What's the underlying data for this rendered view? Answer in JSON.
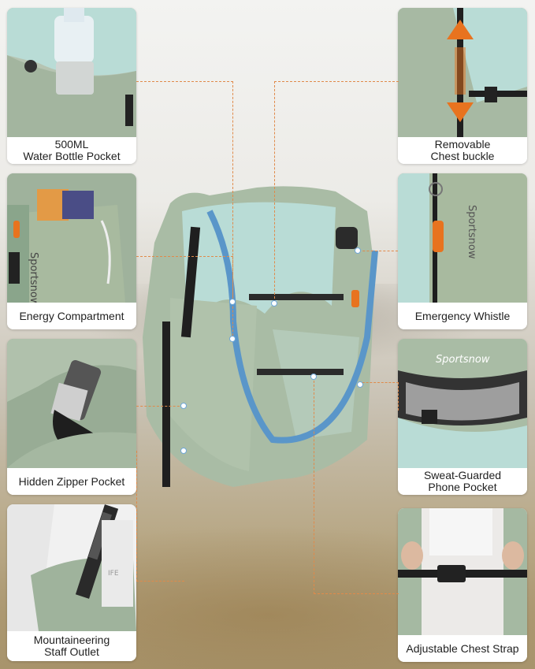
{
  "features": {
    "left": [
      {
        "id": "water-bottle-pocket",
        "caption": "500ML\nWater Bottle Pocket"
      },
      {
        "id": "energy-compartment",
        "caption": "Energy Compartment"
      },
      {
        "id": "hidden-zipper-pocket",
        "caption": "Hidden Zipper Pocket"
      },
      {
        "id": "staff-outlet",
        "caption": "Mountaineering\nStaff Outlet"
      }
    ],
    "right": [
      {
        "id": "chest-buckle",
        "caption": "Removable\nChest buckle"
      },
      {
        "id": "emergency-whistle",
        "caption": "Emergency Whistle"
      },
      {
        "id": "phone-pocket",
        "caption": "Sweat-Guarded\nPhone Pocket"
      },
      {
        "id": "chest-strap",
        "caption": "Adjustable Chest Strap"
      }
    ]
  },
  "colors": {
    "vest": "#a9bca5",
    "mesh": "#b9dcd6",
    "connector": "#e08a4a",
    "tube": "#5a96c9",
    "accent": "#e8731f"
  },
  "brand_text": "Sportsnow"
}
